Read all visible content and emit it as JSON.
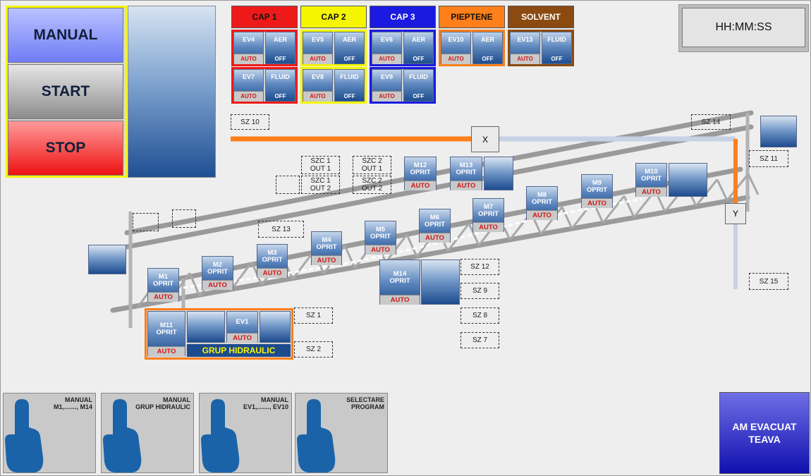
{
  "mode": {
    "manual": "MANUAL",
    "start": "START",
    "stop": "STOP"
  },
  "clock": "HH:MM:SS",
  "groups": [
    {
      "title": "CAP 1",
      "color": "#ee1a1a",
      "titleText": "#111",
      "rows": [
        [
          {
            "name": "EV4",
            "state": "AUTO"
          },
          {
            "name": "AER",
            "state": "OFF"
          }
        ],
        [
          {
            "name": "EV7",
            "state": "AUTO"
          },
          {
            "name": "FLUID",
            "state": "OFF"
          }
        ]
      ]
    },
    {
      "title": "CAP 2",
      "color": "#f5f500",
      "titleText": "#111",
      "rows": [
        [
          {
            "name": "EV5",
            "state": "AUTO"
          },
          {
            "name": "AER",
            "state": "OFF"
          }
        ],
        [
          {
            "name": "EV8",
            "state": "AUTO"
          },
          {
            "name": "FLUID",
            "state": "OFF"
          }
        ]
      ]
    },
    {
      "title": "CAP 3",
      "color": "#1a1ae0",
      "titleText": "#ffffff",
      "rows": [
        [
          {
            "name": "EV6",
            "state": "AUTO"
          },
          {
            "name": "AER",
            "state": "OFF"
          }
        ],
        [
          {
            "name": "EV9",
            "state": "AUTO"
          },
          {
            "name": "FLUID",
            "state": "OFF"
          }
        ]
      ]
    },
    {
      "title": "PIEPTENE",
      "color": "#ff7f1a",
      "titleText": "#111",
      "rows": [
        [
          {
            "name": "EV10",
            "state": "AUTO"
          },
          {
            "name": "AER",
            "state": "OFF"
          }
        ]
      ]
    },
    {
      "title": "SOLVENT",
      "color": "#8b4a10",
      "titleText": "#ffffff",
      "rows": [
        [
          {
            "name": "EV13",
            "state": "AUTO"
          },
          {
            "name": "FLUID",
            "state": "OFF"
          }
        ]
      ]
    }
  ],
  "motors": {
    "m1": {
      "name": "M1",
      "status": "OPRIT",
      "mode": "AUTO"
    },
    "m2": {
      "name": "M2",
      "status": "OPRIT",
      "mode": "AUTO"
    },
    "m3": {
      "name": "M3",
      "status": "OPRIT",
      "mode": "AUTO"
    },
    "m4": {
      "name": "M4",
      "status": "OPRIT",
      "mode": "AUTO"
    },
    "m5": {
      "name": "M5",
      "status": "OPRIT",
      "mode": "AUTO"
    },
    "m6": {
      "name": "M6",
      "status": "OPRIT",
      "mode": "AUTO"
    },
    "m7": {
      "name": "M7",
      "status": "OPRIT",
      "mode": "AUTO"
    },
    "m8": {
      "name": "M8",
      "status": "OPRIT",
      "mode": "AUTO"
    },
    "m9": {
      "name": "M9",
      "status": "OPRIT",
      "mode": "AUTO"
    },
    "m10": {
      "name": "M10",
      "status": "OPRIT",
      "mode": "AUTO"
    },
    "m11": {
      "name": "M11",
      "status": "OPRIT",
      "mode": "AUTO"
    },
    "m12": {
      "name": "M12",
      "status": "OPRIT",
      "mode": "AUTO"
    },
    "m13": {
      "name": "M13",
      "status": "OPRIT",
      "mode": "AUTO"
    },
    "m14": {
      "name": "M14",
      "status": "OPRIT",
      "mode": "AUTO"
    }
  },
  "ev1": {
    "name": "EV1",
    "mode": "AUTO"
  },
  "hydraulic_label": "GRUP HIDRAULIC",
  "sensors": {
    "sz10": "SZ 10",
    "sz14": "SZ 14",
    "sz11": "SZ 11",
    "sz13": "SZ 13",
    "sz12": "SZ 12",
    "sz9": "SZ 9",
    "sz8": "SZ 8",
    "sz7": "SZ 7",
    "sz1": "SZ 1",
    "sz2": "SZ 2",
    "sz15": "SZ 15",
    "szc1o1": "SZC 1\nOUT 1",
    "szc1o2": "SZC 1\nOUT 2",
    "szc2o1": "SZC 2\nOUT 1",
    "szc2o2": "SZC 2\nOUT 2"
  },
  "axes": {
    "x": "X",
    "y": "Y"
  },
  "bottom": [
    {
      "l1": "MANUAL",
      "l2": "M1,......., M14"
    },
    {
      "l1": "MANUAL",
      "l2": "GRUP HIDRAULIC"
    },
    {
      "l1": "MANUAL",
      "l2": "EV1,......., EV10"
    },
    {
      "l1": "SELECTARE",
      "l2": "PROGRAM"
    }
  ],
  "evac": {
    "l1": "AM EVACUAT",
    "l2": "TEAVA"
  },
  "colors": {
    "orange": "#ff7f1a",
    "axisline": "#c8d2e6"
  }
}
